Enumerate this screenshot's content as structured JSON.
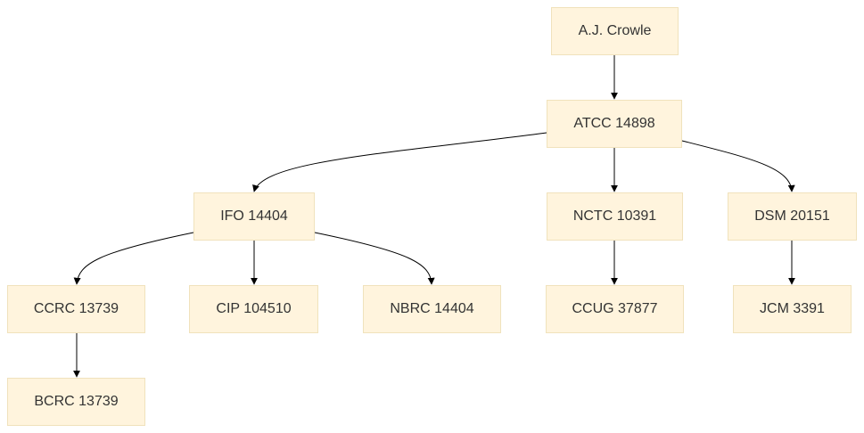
{
  "diagram": {
    "nodes": {
      "crowle": "A.J. Crowle",
      "atcc": "ATCC 14898",
      "ifo": "IFO 14404",
      "nctc": "NCTC 10391",
      "dsm": "DSM 20151",
      "ccrc": "CCRC 13739",
      "cip": "CIP 104510",
      "nbrc": "NBRC 14404",
      "ccug": "CCUG 37877",
      "jcm": "JCM 3391",
      "bcrc": "BCRC 13739"
    },
    "edges": [
      [
        "crowle",
        "atcc"
      ],
      [
        "atcc",
        "ifo"
      ],
      [
        "atcc",
        "nctc"
      ],
      [
        "atcc",
        "dsm"
      ],
      [
        "ifo",
        "ccrc"
      ],
      [
        "ifo",
        "cip"
      ],
      [
        "ifo",
        "nbrc"
      ],
      [
        "nctc",
        "ccug"
      ],
      [
        "dsm",
        "jcm"
      ],
      [
        "ccrc",
        "bcrc"
      ]
    ],
    "colors": {
      "node_fill": "#fff4dd",
      "node_border": "#f0e2bc",
      "edge": "#000000",
      "text": "#333333"
    }
  }
}
